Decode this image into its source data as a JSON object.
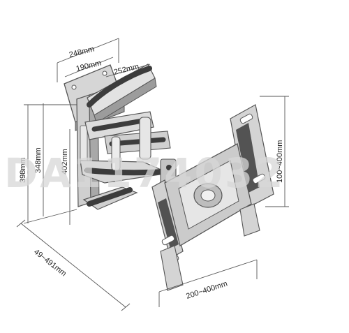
{
  "dimensions": {
    "top_width": "248mm",
    "inner_width": "190mm",
    "arm_span": "252mm",
    "total_height": "398mm",
    "mid_height": "348mm",
    "arm_height": "402mm",
    "vesa_vertical": "100~400mm",
    "extension": "49~491mm",
    "vesa_horizontal": "200~400mm"
  },
  "watermark": "DA1174032",
  "colors": {
    "line": "#555555",
    "metal_fill": "#c8c8c8",
    "dark_fill": "#3c3c3c",
    "dim_text": "#222222"
  }
}
